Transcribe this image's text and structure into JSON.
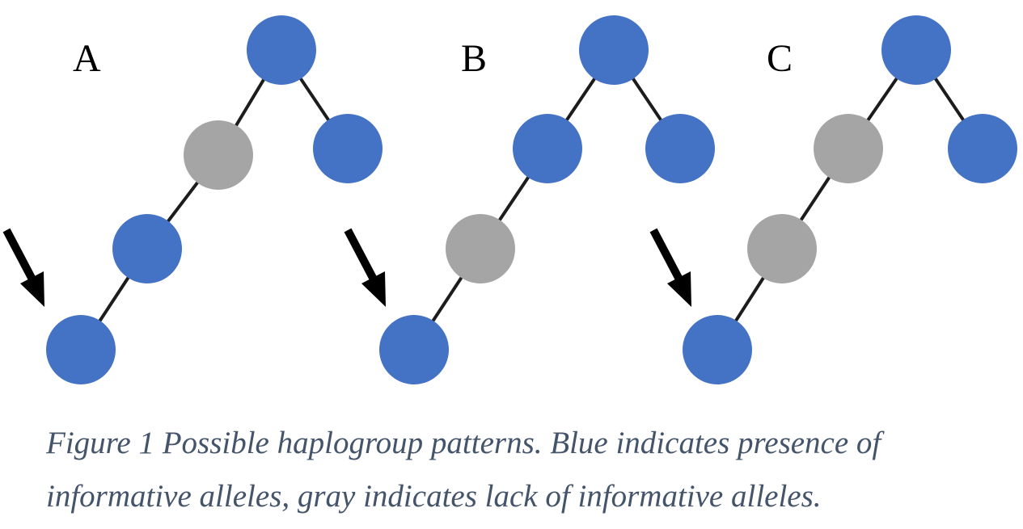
{
  "colors": {
    "present": "#4472c4",
    "absent": "#a5a5a5",
    "caption": "#44546a",
    "arrow": "#000000"
  },
  "legend_meaning": {
    "blue": "presence of informative alleles",
    "gray": "lack of informative alleles"
  },
  "panels": [
    {
      "label": "A",
      "nodes": [
        "blue",
        "blue",
        "gray",
        "blue",
        "blue"
      ]
    },
    {
      "label": "B",
      "nodes": [
        "blue",
        "gray",
        "blue",
        "blue",
        "blue"
      ]
    },
    {
      "label": "C",
      "nodes": [
        "blue",
        "gray",
        "gray",
        "blue",
        "blue"
      ]
    }
  ],
  "caption": "Figure 1 Possible haplogroup patterns. Blue indicates presence of informative alleles, gray indicates lack of informative alleles."
}
